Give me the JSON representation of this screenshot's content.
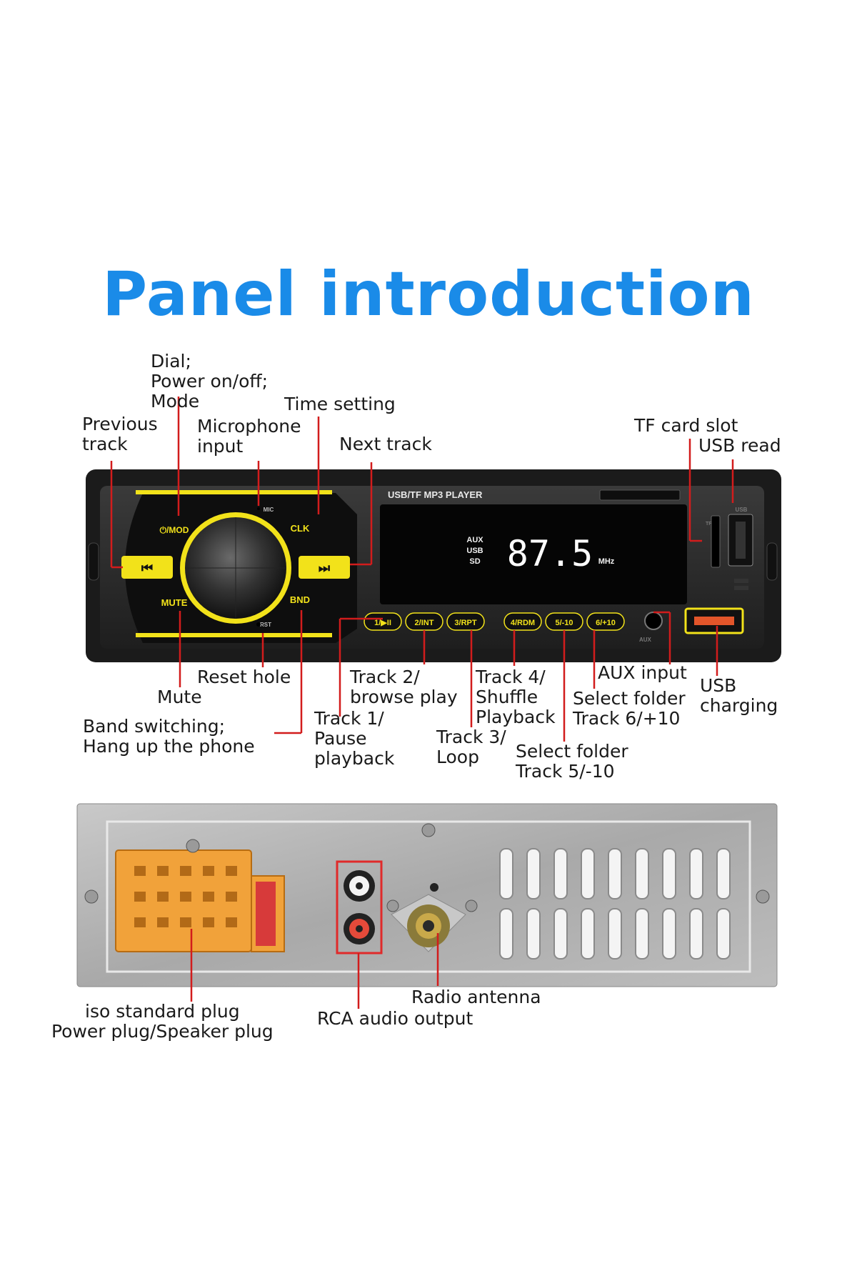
{
  "title": "Panel introduction",
  "front_labels": {
    "dial": "Dial;\nPower on/off;\nMode",
    "time_setting": "Time setting",
    "previous_track": "Previous\ntrack",
    "microphone_input": "Microphone\ninput",
    "next_track": "Next track",
    "tf_card_slot": "TF card slot",
    "usb_read": "USB read",
    "reset_hole": "Reset hole",
    "mute": "Mute",
    "band_switching": "Band switching;\nHang up the phone",
    "track2": "Track 2/\nbrowse play",
    "track1": "Track 1/\nPause\nplayback",
    "track4": "Track 4/\nShuffle\nPlayback",
    "track3": "Track 3/\nLoop",
    "aux_input": "AUX input",
    "select_folder_6": "Select folder\nTrack 6/+10",
    "select_folder_5": "Select folder\nTrack 5/-10",
    "usb_charging": "USB\ncharging"
  },
  "panel": {
    "brand": "USB/TF MP3 PLAYER",
    "mod": "⏻/MOD",
    "clk": "CLK",
    "mute": "MUTE",
    "bnd": "BND",
    "mic": "MIC",
    "rst": "RST",
    "tf": "TF",
    "usb": "USB",
    "aux": "AUX",
    "display_sources": [
      "AUX",
      "USB",
      "SD"
    ],
    "display_freq": "87.5",
    "display_unit": "MHz",
    "buttons": [
      "1/▶II",
      "2/INT",
      "3/RPT",
      "4/RDM",
      "5/-10",
      "6/+10"
    ]
  },
  "back_labels": {
    "iso_plug": "iso standard plug\nPower plug/Speaker plug",
    "radio_antenna": "Radio antenna",
    "rca_output": "RCA audio output"
  },
  "colors": {
    "title": "#1a8be8",
    "leader_line": "#d21c1c",
    "accent_yellow": "#f2e21a",
    "panel_body": "#2a2a2a",
    "iso_plug": "#f1a23a"
  }
}
